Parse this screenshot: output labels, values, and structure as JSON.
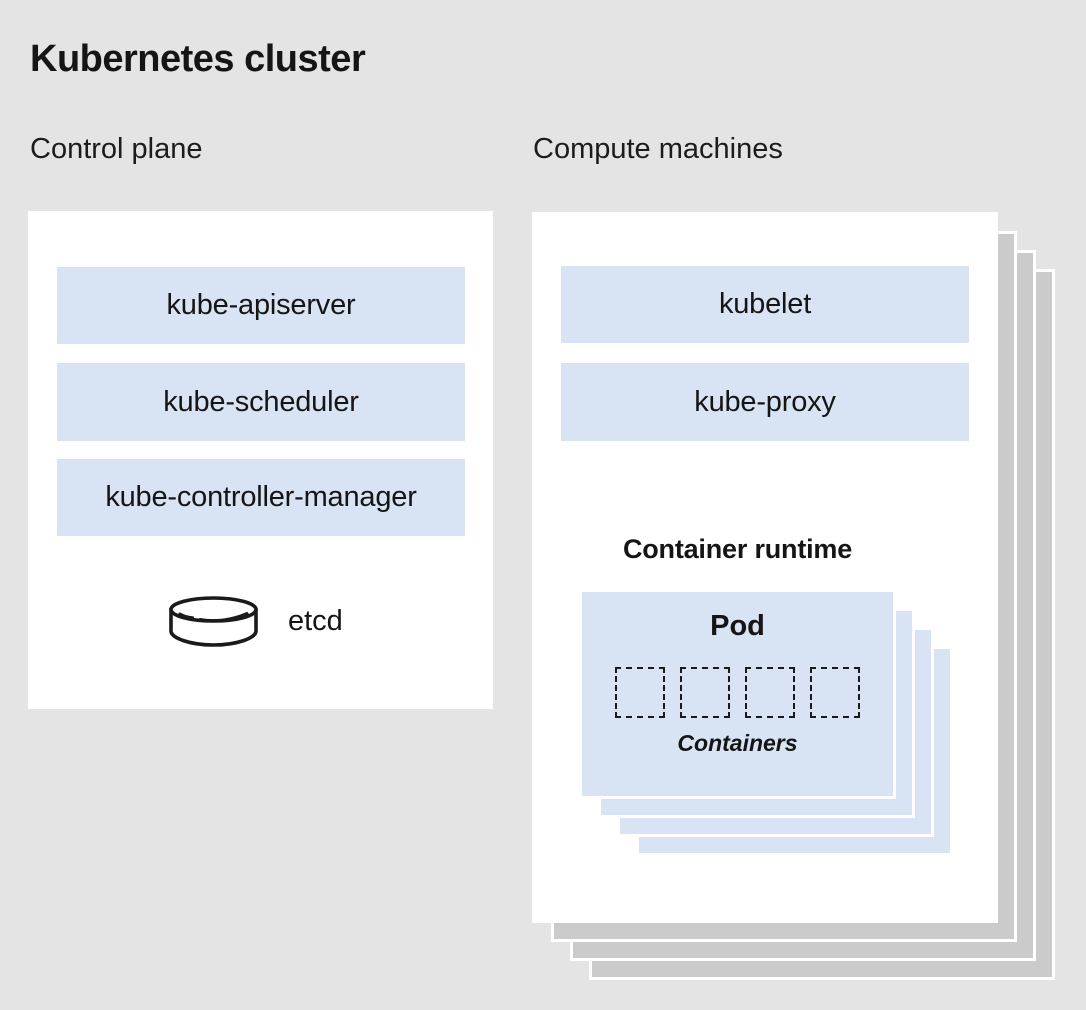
{
  "title": "Kubernetes cluster",
  "control_plane": {
    "label": "Control plane",
    "components": [
      "kube-apiserver",
      "kube-scheduler",
      "kube-controller-manager"
    ],
    "etcd_label": "etcd"
  },
  "compute": {
    "label": "Compute machines",
    "components": [
      "kubelet",
      "kube-proxy"
    ],
    "container_runtime_label": "Container runtime",
    "pod": {
      "label": "Pod",
      "containers_label": "Containers",
      "container_count": 4
    },
    "stacked_machine_sheets": 3,
    "stacked_pod_sheets": 3
  },
  "colors": {
    "background": "#e5e4e4",
    "panel": "#ffffff",
    "component_fill": "#d8e3f4",
    "stack_sheet": "#cbcbcb",
    "text": "#151515"
  }
}
